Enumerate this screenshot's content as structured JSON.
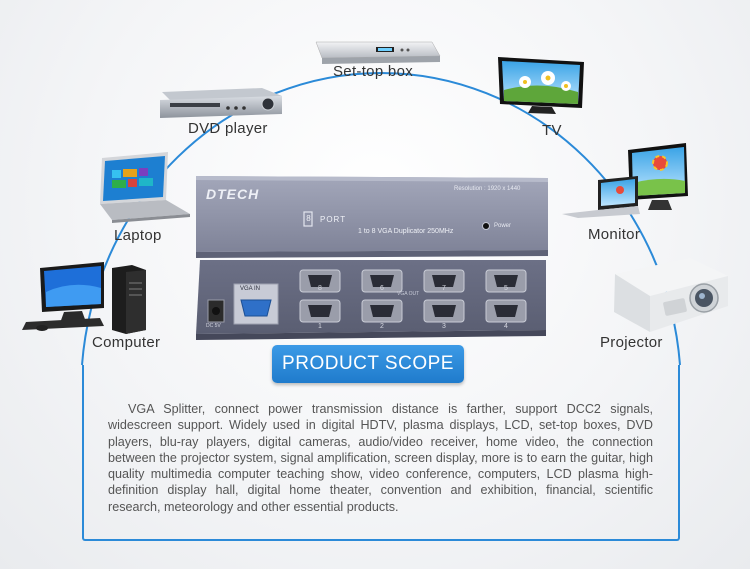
{
  "devices": {
    "set_top_box": "Set-top box",
    "dvd_player": "DVD player",
    "tv": "TV",
    "laptop": "Laptop",
    "monitor": "Monitor",
    "computer": "Computer",
    "projector": "Projector"
  },
  "product": {
    "brand": "DTECH",
    "port_count": "8",
    "port_label": "PORT",
    "model_text": "1 to 8 VGA Duplicator  250MHz",
    "power_label": "Power",
    "resolution_text": "Resolution : 1920 x 1440",
    "vga_in_label": "VGA IN",
    "vga_out_label": "VGA OUT",
    "dc_label": "DC 5V",
    "port_numbers_top": [
      "8",
      "6",
      "7",
      "5"
    ],
    "port_numbers_bottom": [
      "1",
      "2",
      "3",
      "4"
    ]
  },
  "scope": {
    "title": "PRODUCT SCOPE",
    "text": "VGA Splitter, connect power transmission distance is farther, support DCC2 signals, widescreen support. Widely used in digital HDTV, plasma displays, LCD, set-top boxes, DVD players, blu-ray players, digital cameras, audio/video receiver, home video, the connection between the projector system, signal amplification, screen display, more is to earn the guitar, high quality multimedia computer teaching show, video conference, computers, LCD plasma high-definition display hall, digital home theater, convention and exhibition, financial, scientific research, meteorology and other essential products."
  },
  "colors": {
    "accent": "#2b8ad8",
    "device_body": "#8f93a8"
  }
}
